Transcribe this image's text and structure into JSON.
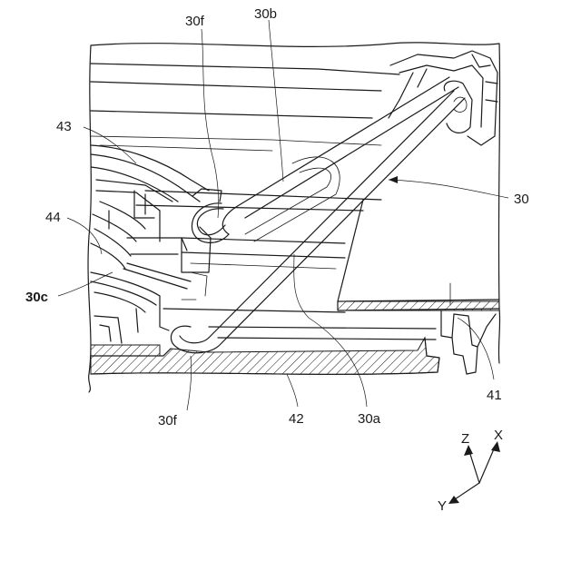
{
  "labels": {
    "l30f_top": "30f",
    "l30b": "30b",
    "l43": "43",
    "l44": "44",
    "l30c": "30c",
    "l30": "30",
    "l41": "41",
    "l30f_bottom": "30f",
    "l42": "42",
    "l30a": "30a"
  },
  "axes": {
    "z": "Z",
    "x": "X",
    "y": "Y"
  }
}
